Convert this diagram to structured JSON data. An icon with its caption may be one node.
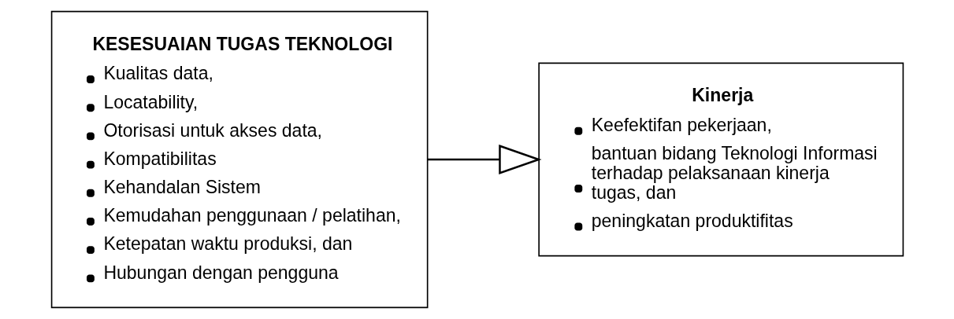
{
  "diagram": {
    "nodes": [
      {
        "text": [
          "KESESUAIAN TUGAS TEKNOLOGI",
          "Kualitas data,",
          "Locatability,",
          "Otorisasi untuk akses data,",
          "Kompatibilitas",
          "Kehandalan Sistem",
          "Kemudahan penggunaan / pelatihan,",
          "Ketepatan waktu produksi, dan",
          "Hubungan dengan pengguna"
        ]
      },
      {
        "text": [
          "Kinerja",
          "Keefektifan pekerjaan,",
          "bantuan bidang Teknologi Informasi terhadap pelaksanaan kinerja tugas, dan",
          "peningkatan produktifitas"
        ]
      }
    ],
    "edges": [
      {
        "from": 0,
        "to": 1,
        "arrow": "to"
      }
    ]
  }
}
